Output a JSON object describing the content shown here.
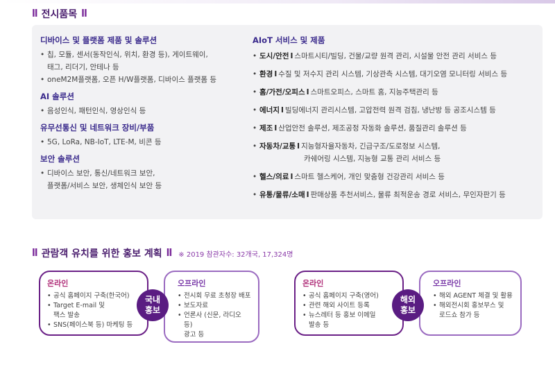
{
  "exhibit": {
    "title": "전시품목",
    "left": [
      {
        "category": "디바이스 및 플랫폼 제품 및 솔루션",
        "bullets": [
          [
            "칩, 모듈, 센서(동작인식, 위치, 환경 등), 게이트웨이,",
            "태그, 리더기, 안테나 등"
          ],
          [
            "oneM2M플랫폼, 오픈 H/W플랫폼, 디바이스 플랫폼 등"
          ]
        ]
      },
      {
        "category": "AI 솔루션",
        "bullets": [
          [
            "음성인식, 패턴인식, 영상인식 등"
          ]
        ]
      },
      {
        "category": "유무선통신 및 네트워크 장비/부품",
        "bullets": [
          [
            "5G, LoRa, NB-IoT, LTE-M, 비콘 등"
          ]
        ]
      },
      {
        "category": "보안 솔루션",
        "bullets": [
          [
            "디바이스 보안, 통신/네트워크 보안,",
            "플랫폼/서비스 보안, 생체인식 보안 등"
          ]
        ]
      }
    ],
    "right_category": "AIoT 서비스 및 제품",
    "right": [
      {
        "key": "도시/안전",
        "desc": "스마트시티/빌딩, 건물/교량 원격 관리, 시설물 안전 관리 서비스 등"
      },
      {
        "key": "환경",
        "desc": "수질 및 저수지 관리 시스템, 기상관측 시스템, 대기오염 모니터링 서비스 등"
      },
      {
        "key": "홈/가전/오피스",
        "desc": "스마트오피스, 스마트 홈, 지능주택관리 등"
      },
      {
        "key": "에너지",
        "desc": "빌딩에너지 관리시스템, 고압전력 원격 검침, 냉난방 등 공조시스템 등"
      },
      {
        "key": "제조",
        "desc": "산업안전 솔루션, 제조공정 자동화 솔루션, 품질관리 솔루션 등"
      },
      {
        "key": "자동차/교통",
        "desc": "지능형자율자동차, 긴급구조/도로정보 시스템,",
        "desc2": "카쉐어링 시스템, 지능형 교통 관리 서비스 등"
      },
      {
        "key": "헬스/의료",
        "desc": "스마트 헬스케어, 개인 맞춤형 건강관리 서비스 등"
      },
      {
        "key": "유통/물류/소매",
        "desc": "판매상품 추천서비스, 물류 최적운송 경로 서비스, 무인자판기 등"
      }
    ],
    "separator": "I"
  },
  "promo": {
    "title": "관람객 유치를 위한 홍보 계획",
    "note": "※ 2019 참관자수: 32개국, 17,324명",
    "domestic": {
      "circle_line1": "국내",
      "circle_line2": "홍보",
      "online_title": "온라인",
      "online": [
        "공식 홈페이지 구축(한국어)",
        "Target E-mail 및",
        "팩스 발송",
        "SNS(페이스북 등) 마케팅 등"
      ],
      "offline_title": "오프라인",
      "offline": [
        "전시회 무료 초청장 배포",
        "보도자료",
        "언론사 (신문, 라디오 등)",
        "광고 등"
      ]
    },
    "overseas": {
      "circle_line1": "해외",
      "circle_line2": "홍보",
      "online_title": "온라인",
      "online": [
        "공식 홈페이지 구축(영어)",
        "관련 해외 사이트 등록",
        "뉴스레터 등 홍보 이메일",
        "발송 등"
      ],
      "offline_title": "오프라인",
      "offline": [
        "해외 AGENT 체결 및 활용",
        "해외전시회 홍보부스 및",
        "로드쇼 참가 등"
      ]
    }
  }
}
